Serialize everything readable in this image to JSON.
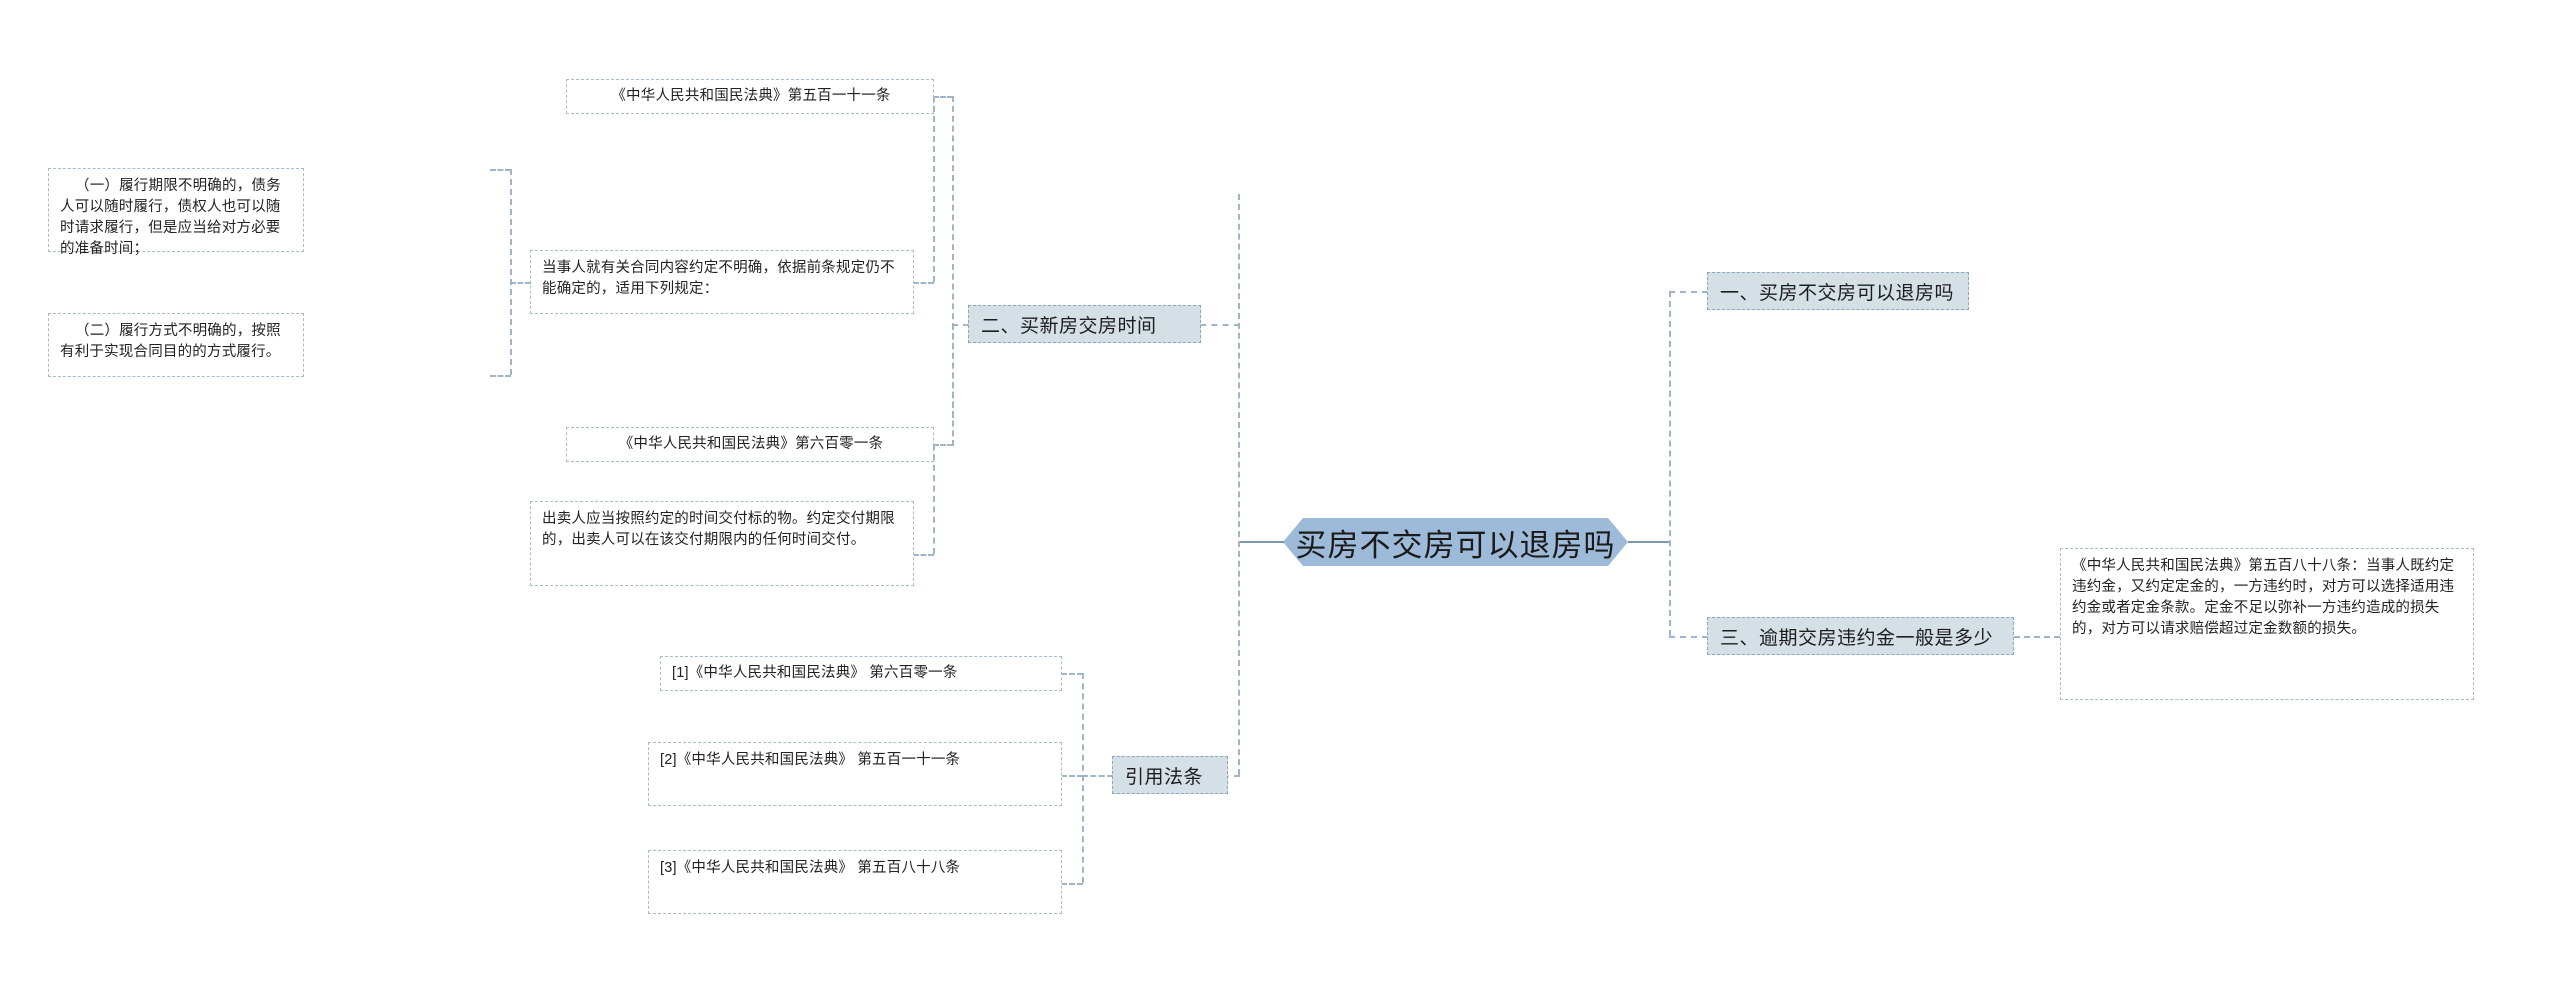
{
  "diagram": {
    "type": "mindmap",
    "title": "买房不交房可以退房吗",
    "colors": {
      "central_fill": "#9dbad8",
      "topic_fill": "#d5dfe6",
      "leaf_fill": "#ffffff",
      "connector": "#9fb6c9",
      "border_dash": "#8ba7bd",
      "text": "#1a1a1a"
    }
  },
  "central": {
    "label": "买房不交房可以退房吗"
  },
  "right_branch": {
    "topics": [
      {
        "label": "一、买房不交房可以退房吗"
      },
      {
        "label": "三、逾期交房违约金一般是多少"
      }
    ],
    "detail": {
      "text": "《中华人民共和国民法典》第五百八十八条：当事人既约定违约金，又约定定金的，一方违约时，对方可以选择适用违约金或者定金条款。定金不足以弥补一方违约造成的损失的，对方可以请求赔偿超过定金数额的损失。"
    }
  },
  "left_branch": {
    "topic": {
      "label": "二、买新房交房时间"
    },
    "articles": [
      {
        "heading": "《中华人民共和国民法典》第五百一十一条",
        "body": "当事人就有关合同内容约定不明确，依据前条规定仍不能确定的，适用下列规定：",
        "items": [
          "（一）履行期限不明确的，债务人可以随时履行，债权人也可以随时请求履行，但是应当给对方必要的准备时间；",
          "（二）履行方式不明确的，按照有利于实现合同目的的方式履行。"
        ]
      },
      {
        "heading": "《中华人民共和国民法典》第六百零一条",
        "body": "出卖人应当按照约定的时间交付标的物。约定交付期限的，出卖人可以在该交付期限内的任何时间交付。",
        "items": []
      }
    ]
  },
  "citations_branch": {
    "topic": {
      "label": "引用法条"
    },
    "items": [
      {
        "label": "[1]《中华人民共和国民法典》 第六百零一条"
      },
      {
        "label": "[2]《中华人民共和国民法典》 第五百一十一条"
      },
      {
        "label": "[3]《中华人民共和国民法典》 第五百八十八条"
      }
    ]
  }
}
